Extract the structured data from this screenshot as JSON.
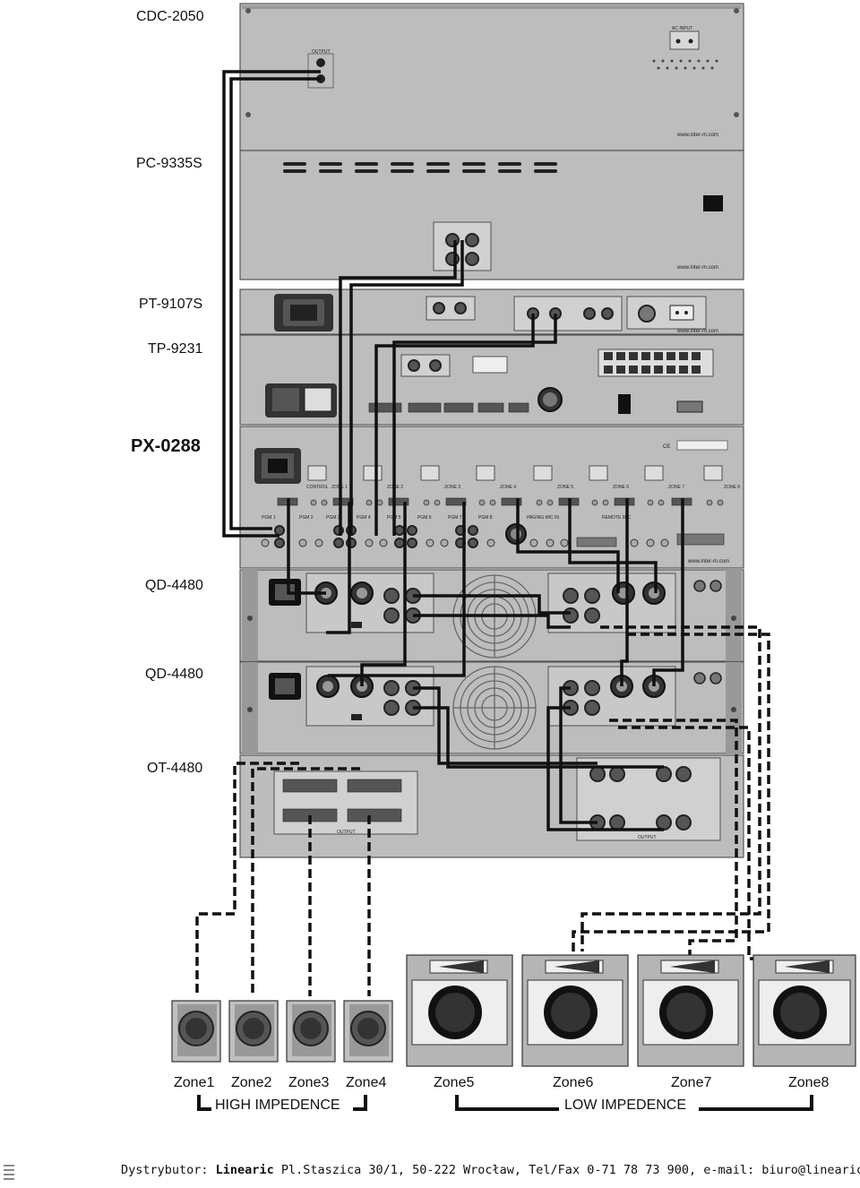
{
  "devices": [
    {
      "id": "cdc",
      "label": "CDC-2050",
      "bold": false
    },
    {
      "id": "pc",
      "label": "PC-9335S",
      "bold": false
    },
    {
      "id": "pt",
      "label": "PT-9107S",
      "bold": false
    },
    {
      "id": "tp",
      "label": "TP-9231",
      "bold": false
    },
    {
      "id": "px",
      "label": "PX-0288",
      "bold": true
    },
    {
      "id": "qd1",
      "label": "QD-4480",
      "bold": false
    },
    {
      "id": "qd2",
      "label": "QD-4480",
      "bold": false
    },
    {
      "id": "ot",
      "label": "OT-4480",
      "bold": false
    }
  ],
  "panel_text": {
    "website": "www.inter-m.com",
    "output": "OUTPUT",
    "ac_input": "AC INPUT",
    "ce": "CE",
    "control": "CONTROL",
    "zones": [
      "ZONE 1",
      "ZONE 2",
      "ZONE 3",
      "ZONE 4",
      "ZONE 5",
      "ZONE 6",
      "ZONE 7",
      "ZONE 8"
    ],
    "pgm": [
      "PGM 1",
      "PGM 2",
      "PGM 3",
      "PGM 4",
      "PGM 5",
      "PGM 6",
      "PGM 7",
      "PGM 8"
    ],
    "paging": "PAGING MIC IN",
    "remote": "REMOTE MIC"
  },
  "speakers": {
    "high_zones": [
      "Zone1",
      "Zone2",
      "Zone3",
      "Zone4"
    ],
    "low_zones": [
      "Zone5",
      "Zone6",
      "Zone7",
      "Zone8"
    ],
    "high_group": "HIGH IMPEDENCE",
    "low_group": "LOW IMPEDENCE"
  },
  "footer": {
    "prefix": "Dystrybutor: ",
    "company": "Linearic",
    "rest": " Pl.Staszica 30/1, 50-222 Wrocław, Tel/Fax 0-71 78 73 900, e-mail: biuro@linearic.com"
  }
}
